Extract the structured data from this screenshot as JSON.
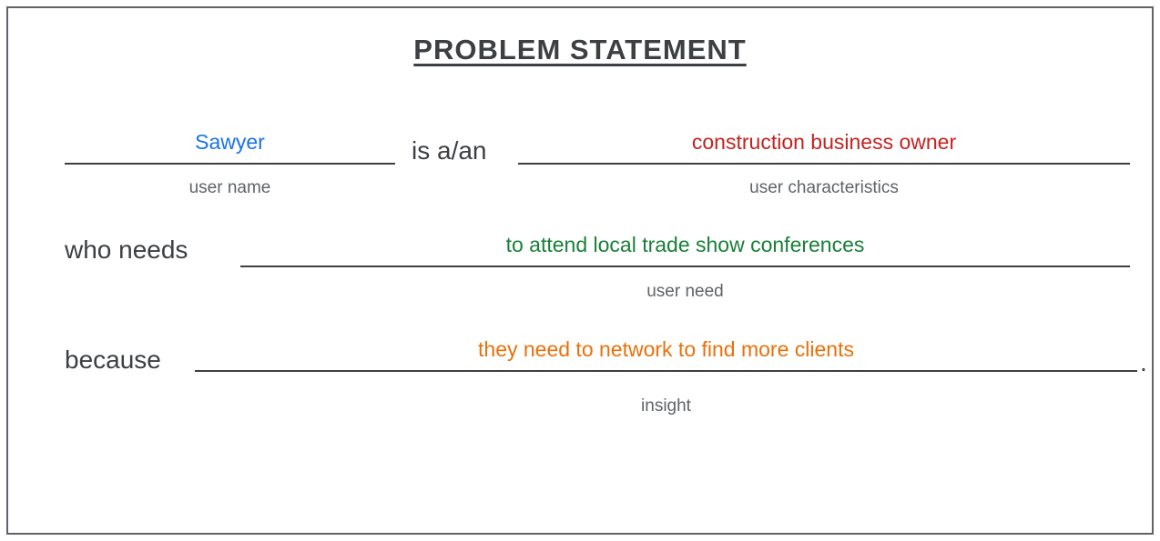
{
  "title": "PROBLEM STATEMENT",
  "colors": {
    "user_name": "#1a73e8",
    "user_characteristics": "#c5221f",
    "user_need": "#188038",
    "insight": "#e8710a",
    "text": "#3c4043",
    "label": "#5f6368"
  },
  "statement": {
    "user_name": {
      "value": "Sawyer",
      "label": "user name"
    },
    "connector_is": "is a/an",
    "user_characteristics": {
      "value": "construction business owner",
      "label": "user characteristics"
    },
    "connector_who_needs": "who needs",
    "user_need": {
      "value": "to attend local trade show conferences",
      "label": "user need"
    },
    "connector_because": "because",
    "insight": {
      "value": "they need to network to find more clients",
      "label": "insight"
    },
    "period": "."
  }
}
